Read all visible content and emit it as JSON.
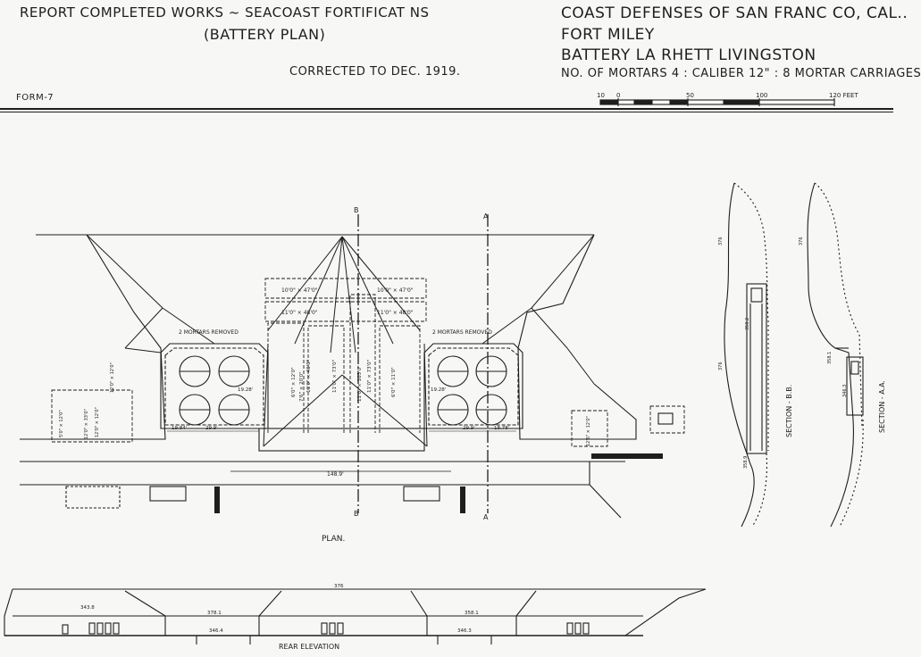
{
  "header": {
    "left_line1": "REPORT   COMPLETED WORKS ~ SEACOAST FORTIFICAT  NS",
    "left_line2": "(BATTERY PLAN)",
    "corrected": "CORRECTED TO DEC. 1919.",
    "form": "FORM-7",
    "right_line1": "COAST DEFENSES OF SAN FRANC  CO, CAL..",
    "right_line2": "FORT MILEY",
    "right_line3": "BATTERY LA RHETT LIVINGSTON",
    "right_line4": "NO. OF MORTARS 4 : CALIBER 12\" : 8 MORTAR CARRIAGES"
  },
  "scale_bar": {
    "labels": [
      "10",
      "0",
      "50",
      "100",
      "120 FEET"
    ]
  },
  "plan": {
    "title": "PLAN.",
    "mortars_removed_left": "2 MORTARS REMOVED",
    "mortars_removed_right": "2 MORTARS REMOVED",
    "section_marker_b": "B",
    "section_marker_a": "A",
    "dim_overall": "148.9'",
    "dim_left_a": "19.84'",
    "dim_left_b": "29.9'",
    "dim_left_c": "19.28'",
    "dim_right_a": "19.28'",
    "dim_right_b": "29.9'",
    "dim_right_c": "18.78'",
    "room_1": "10'0\" × 47'0\"",
    "room_2": "10'0\" × 47'0\"",
    "room_3": "11'0\" × 48'0\"",
    "room_4": "11'0\" × 48'0\"",
    "room_5": "11'0\" × 73'0\"",
    "room_6": "11'0\" × 73'0\"",
    "room_7": "11'0\" × 46'0\"",
    "room_8": "11'0\" × 103'0\"",
    "room_9": "6'0\" × 12'0\"",
    "room_10": "6'0\" × 11'0\"",
    "room_11": "7'6\" × 20'0\"",
    "side_1": "5'0\" × 12'0\"",
    "side_2": "12'0\" × 33'0\"",
    "side_3": "12'0\" × 12'0\"",
    "side_4": "12'0\" × 12'0\"",
    "side_5": "12'6\" × 12'0\""
  },
  "sections": {
    "bb_label": "SECTION - B.B.",
    "aa_label": "SECTION - A.A.",
    "bb_elev_top": "376",
    "bb_elev_mid": "376",
    "bb_elev_inner": "350.2",
    "bb_elev_low": "358.9",
    "aa_elev_top": "376",
    "aa_elev_mid": "358.1",
    "aa_elev_low": "346.3"
  },
  "elevation": {
    "title": "REAR ELEVATION",
    "elev_top": "376",
    "elev_left": "343.8",
    "elev_center_left": "378.1",
    "elev_center_right": "358.1",
    "elev_base_left": "346.4",
    "elev_base_right": "346.3"
  }
}
